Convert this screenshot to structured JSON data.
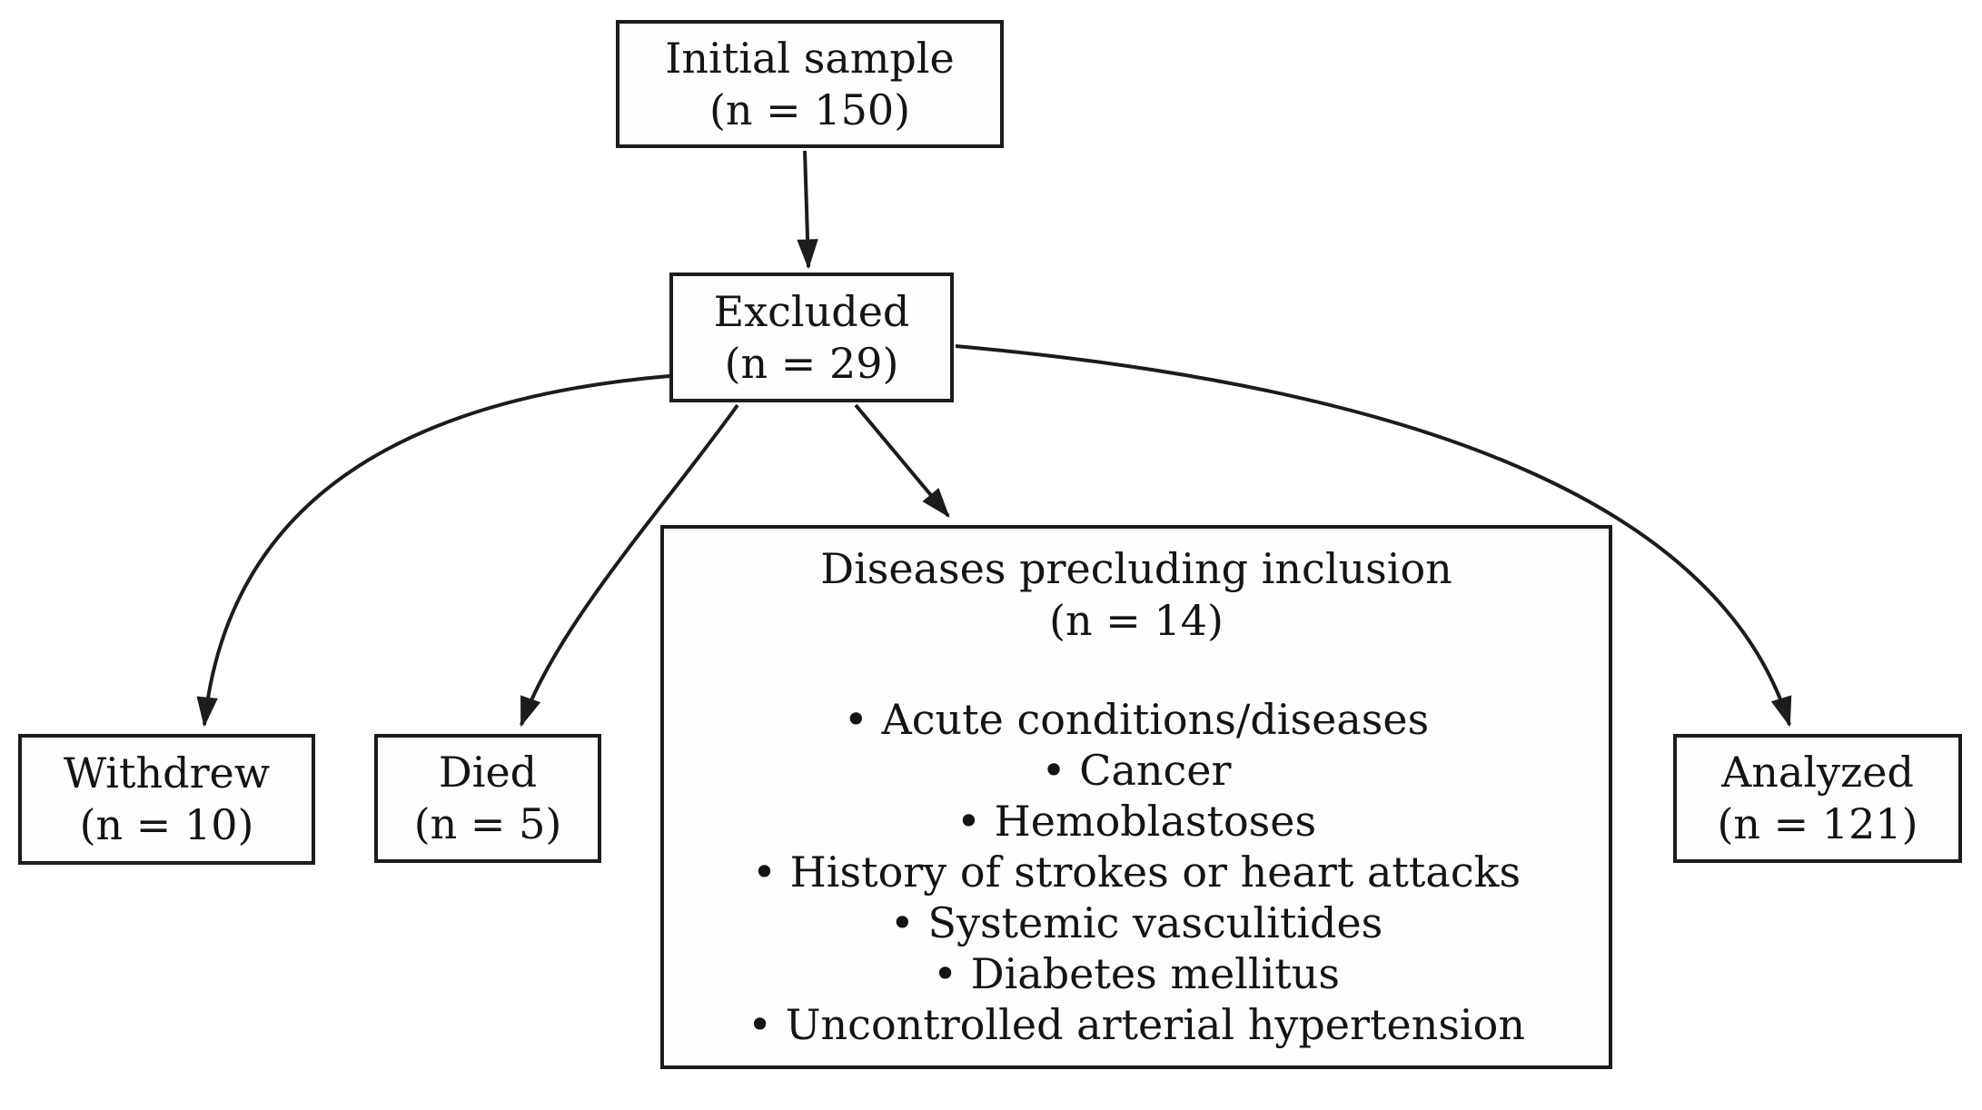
{
  "diagram": {
    "type": "flowchart",
    "nodes": {
      "initial": {
        "label": "Initial sample",
        "count": "(n = 150)"
      },
      "excluded": {
        "label": "Excluded",
        "count": "(n = 29)"
      },
      "withdrew": {
        "label": "Withdrew",
        "count": "(n = 10)"
      },
      "died": {
        "label": "Died",
        "count": "(n = 5)"
      },
      "diseases": {
        "label": "Diseases precluding inclusion",
        "count": "(n = 14)",
        "bullets": [
          "Acute conditions/diseases",
          "Cancer",
          "Hemoblastoses",
          "History of strokes or heart attacks",
          "Systemic vasculitides",
          "Diabetes mellitus",
          "Uncontrolled arterial hypertension"
        ]
      },
      "analyzed": {
        "label": "Analyzed",
        "count": "(n = 121)"
      }
    },
    "edges": [
      {
        "from": "initial",
        "to": "excluded"
      },
      {
        "from": "excluded",
        "to": "withdrew"
      },
      {
        "from": "excluded",
        "to": "died"
      },
      {
        "from": "excluded",
        "to": "diseases"
      },
      {
        "from": "excluded",
        "to": "analyzed"
      }
    ],
    "colors": {
      "line": "#1c1c1c",
      "text": "#141414",
      "box_fill": "#fdfdfd",
      "background": "#ffffff"
    }
  }
}
